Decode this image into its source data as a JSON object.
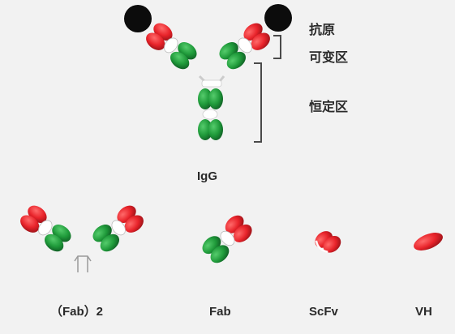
{
  "labels": {
    "antigen": "抗原",
    "variable_region": "可变区",
    "constant_region": "恒定区",
    "igg": "IgG",
    "fab2": "（Fab）2",
    "fab": "Fab",
    "scfv": "ScFv",
    "vh": "VH"
  },
  "colors": {
    "background": "#f2f2f2",
    "variable_red": "#e8232a",
    "constant_green": "#1f9a3a",
    "antigen_black": "#0c0c0c",
    "hinge_white": "#ffffff",
    "bracket": "#4a4a4a",
    "text": "#2a2a2a"
  }
}
